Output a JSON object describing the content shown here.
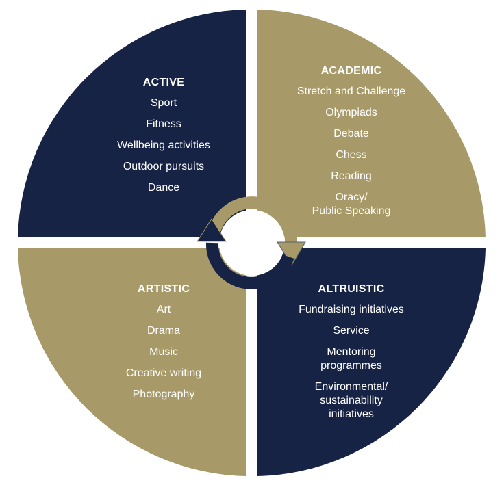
{
  "colors": {
    "navy": "#172344",
    "gold": "#a89a68",
    "background": "#ffffff"
  },
  "quadrants": {
    "active": {
      "title": "ACTIVE",
      "items": [
        "Sport",
        "Fitness",
        "Wellbeing activities",
        "Outdoor pursuits",
        "Dance"
      ]
    },
    "academic": {
      "title": "ACADEMIC",
      "items": [
        "Stretch and Challenge",
        "Olympiads",
        "Debate",
        "Chess",
        "Reading",
        "Oracy/\nPublic Speaking"
      ]
    },
    "artistic": {
      "title": "ARTISTIC",
      "items": [
        "Art",
        "Drama",
        "Music",
        "Creative writing",
        "Photography"
      ]
    },
    "altruistic": {
      "title": "ALTRUISTIC",
      "items": [
        "Fundraising initiatives",
        "Service",
        "Mentoring\nprogrammes",
        "Environmental/\nsustainability\ninitiatives"
      ]
    }
  },
  "center_icon": "cycle-arrows-icon"
}
